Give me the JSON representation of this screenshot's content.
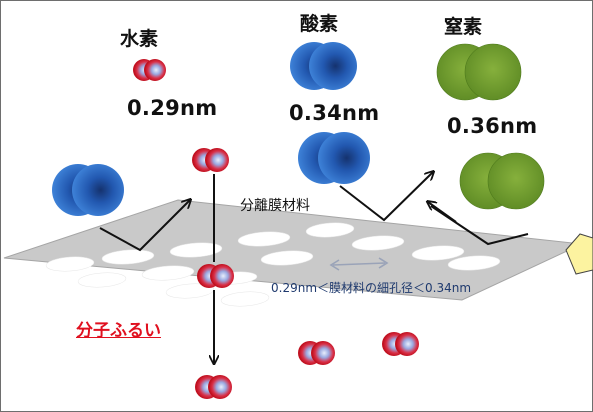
{
  "molecules": {
    "hydrogen": {
      "name": "水素",
      "size": "0.29nm",
      "color": "#e01e2d"
    },
    "oxygen": {
      "name": "酸素",
      "size": "0.34nm",
      "color": "#2a63b8"
    },
    "nitrogen": {
      "name": "窒素",
      "size": "0.36nm",
      "color": "#6e9a2e"
    }
  },
  "membrane": {
    "label": "分離膜材料",
    "pore_condition": "0.29nm＜膜材料の細孔径＜0.34nm"
  },
  "caption": "分子ふるい"
}
